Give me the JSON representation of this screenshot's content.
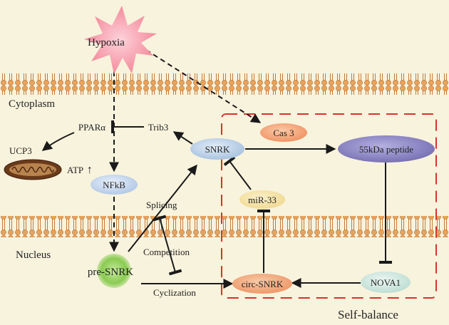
{
  "colors": {
    "background": "#f8f3dd",
    "membrane": "#e8a35b",
    "membrane_dark": "#a8652b",
    "self_balance_border": "#d8322c",
    "hypoxia": "#f78b9a",
    "cas3": "#f4a678",
    "peptide": "#8c87c4",
    "snrk": "#b9cfe6",
    "nfkb": "#bdd0ea",
    "mir33": "#f4e3a4",
    "circ_snrk": "#f2a87f",
    "nova1": "#cde6df",
    "pre_snrk": "#7ec24a"
  },
  "compartments": {
    "cytoplasm": "Cytoplasm",
    "nucleus": "Nucleus"
  },
  "self_balance": {
    "label": "Self-balance"
  },
  "nodes": {
    "hypoxia": "Hypoxia",
    "ppara": "PPARα",
    "trib3": "Trib3",
    "ucp3": "UCP3",
    "atp": "ATP",
    "atp_up": "↑",
    "snrk": "SNRK",
    "cas3": "Cas 3",
    "peptide": "55kDa peptide",
    "nfkb": "NFkB",
    "mir33": "miR-33",
    "pre_snrk": "pre-SNRK",
    "circ_snrk": "circ-SNRK",
    "nova1": "NOVA1"
  },
  "edge_labels": {
    "splicing": "Splicing",
    "competition": "Competition",
    "cyclization": "Cyclization"
  },
  "icons": {
    "mitochondrion": "mitochondrion-icon",
    "starburst": "starburst-icon"
  }
}
